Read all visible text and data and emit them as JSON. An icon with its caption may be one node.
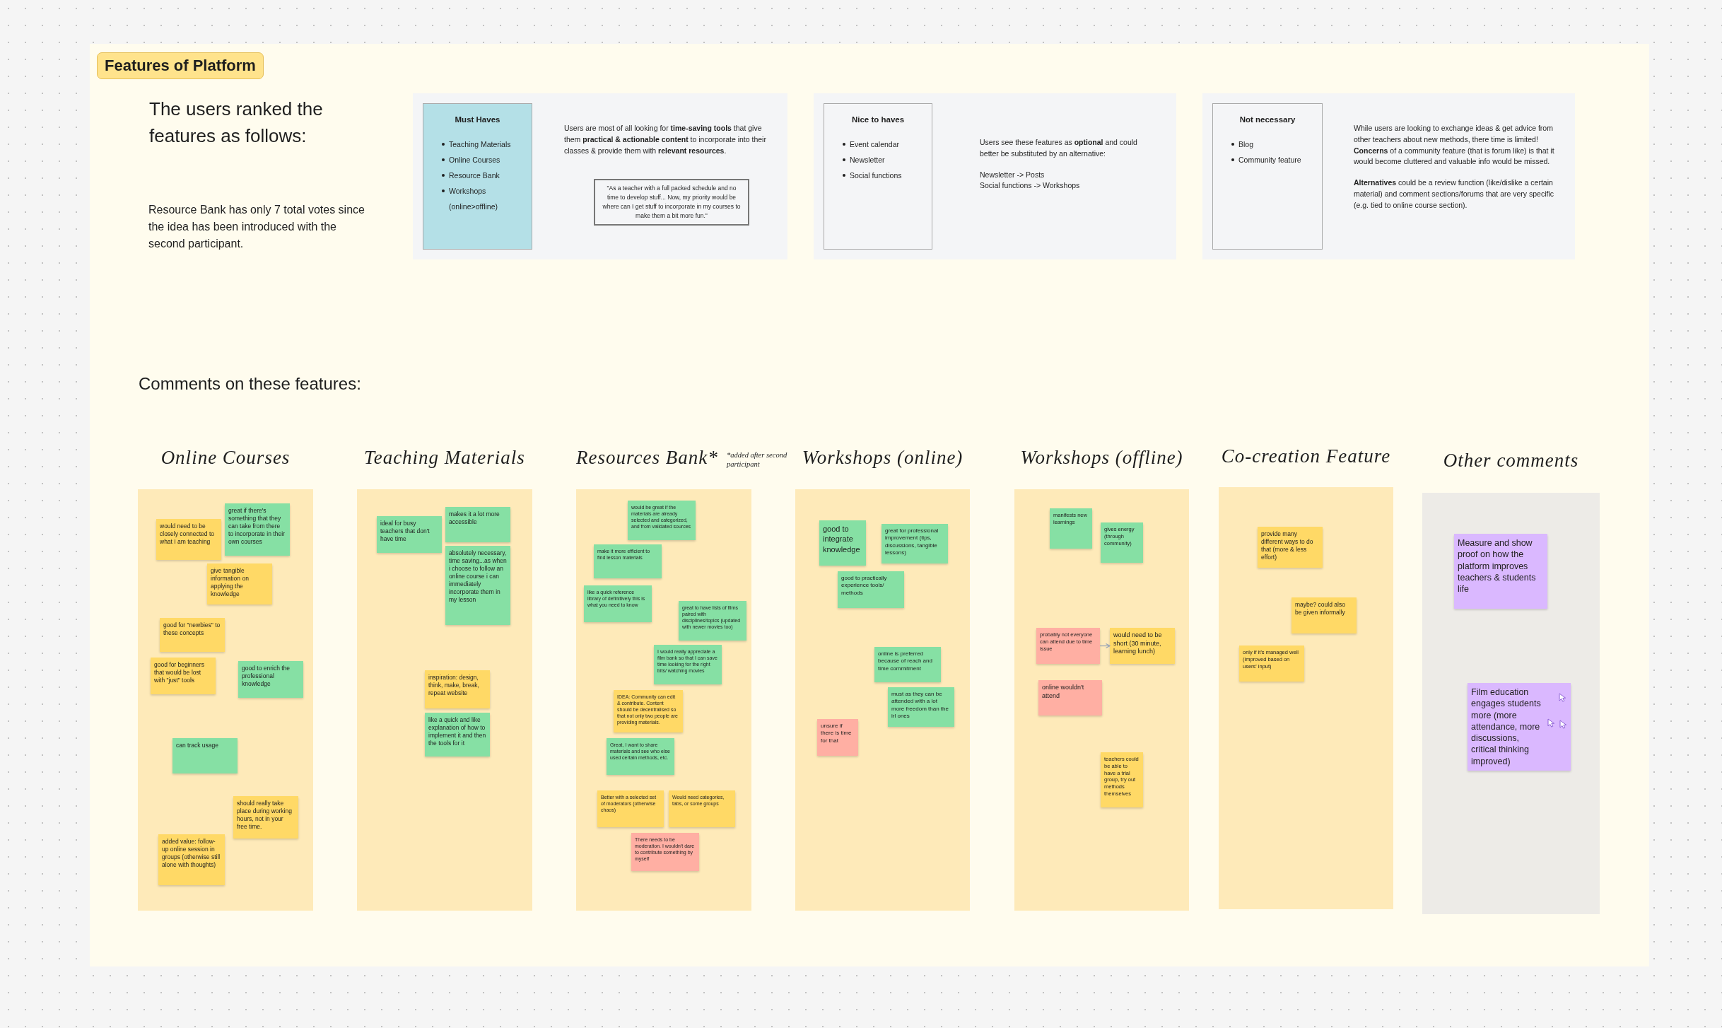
{
  "diagram": {
    "nodes": [
      {
        "text": [
          "Features of Platform"
        ]
      },
      {
        "text": [
          "Users are most of all looking for **time-saving tools** that give them **practical & actionable content** to incorporate into their classes & provide them with **relevant resources**."
        ],
        "in": 0
      },
      {
        "text": [
          "Must Haves",
          "Teaching Materials",
          "Online Courses",
          "Resource Bank",
          "Workshops (online>offline)"
        ],
        "in": 1
      },
      {
        "text": [
          "\"As a teacher with a full packed schedule and no time to develop stuff... Now, my priority would be where can I get stuff to incorporate in my courses to make them a bit more fun.\""
        ],
        "in": 1
      },
      {
        "text": [
          "Users see these features as **optional** and could better be substituted by an alternative:",
          "Newsletter -> Posts",
          "Social functions -> Workshops"
        ],
        "in": 0
      },
      {
        "text": [
          "Nice to haves",
          "Event calendar",
          "Newsletter",
          "Social functions"
        ],
        "in": 4
      },
      {
        "text": [
          "While users are looking to exchange ideas & get advice from other teachers about new methods, there time is limited! **Concerns** of a community feature (that is forum like) is that it would become cluttered and valuable info would be missed.",
          "**Alternatives** could be a review function (like/dislike a certain material) and comment sections/forums that are very specific (e.g. tied to online course section)."
        ],
        "in": 0
      },
      {
        "text": [
          "Not necessary",
          "Blog",
          "Community feature"
        ],
        "in": 6
      },
      {
        "text": [
          "Online Courses"
        ],
        "in": 0
      },
      {
        "text": [
          "would need to be closely connected to what I am teaching"
        ],
        "in": 8
      },
      {
        "text": [
          "great if there's something that they can take from there to incorporate in their own courses"
        ],
        "in": 8
      },
      {
        "text": [
          "give tangible information on applying the knowledge"
        ],
        "in": 8
      },
      {
        "text": [
          "good for \"newbies\" to these concepts"
        ],
        "in": 8
      },
      {
        "text": [
          "good for beginners that would be lost with \"just\" tools"
        ],
        "in": 8
      },
      {
        "text": [
          "good to enrich the professional knowledge"
        ],
        "in": 8
      },
      {
        "text": [
          "can track usage"
        ],
        "in": 8
      },
      {
        "text": [
          "should really take place during working hours, not in your free time."
        ],
        "in": 8
      },
      {
        "text": [
          "added value: follow-up online session in groups (otherwise still alone with thoughts)"
        ],
        "in": 8
      },
      {
        "text": [
          "Teaching Materials"
        ],
        "in": 0
      },
      {
        "text": [
          "ideal for busy teachers that don't have time"
        ],
        "in": 18
      },
      {
        "text": [
          "makes it a lot more accessible"
        ],
        "in": 18
      },
      {
        "text": [
          "absolutely necessary, time saving...as when i choose to follow an online course i can immediately incorporate them in my lesson"
        ],
        "in": 18
      },
      {
        "text": [
          "inspiration: design, think, make, break, repeat website"
        ],
        "in": 18
      },
      {
        "text": [
          "like a quick and like explanation of how to implement it and then the tools for it"
        ],
        "in": 18
      },
      {
        "text": [
          "Resources Bank*"
        ],
        "beside": [
          "*added after second participant"
        ],
        "in": 0
      },
      {
        "text": [
          "would be great if the materials are already selected and categorized, and from validated sources"
        ],
        "in": 24
      },
      {
        "text": [
          "make it more efficient to find lesson materials"
        ],
        "in": 24
      },
      {
        "text": [
          "like a quick reference library of definitively this is what you need to know"
        ],
        "in": 24
      },
      {
        "text": [
          "great to have lists of films paired with disciplines/topics (updated with newer movies too)"
        ],
        "in": 24
      },
      {
        "text": [
          "I would really appreciate a film bank so that I can save time looking for the right bits/ watching movies"
        ],
        "in": 24
      },
      {
        "text": [
          "IDEA: Community can edit & contribute. Content should be decentralised so that not only two people are providing materials."
        ],
        "in": 24
      },
      {
        "text": [
          "Great, I want to share materials and see who else used certain methods, etc."
        ],
        "in": 24
      },
      {
        "text": [
          "Better with a selected set of moderators (otherwise chaos)"
        ],
        "in": 24
      },
      {
        "text": [
          "Would need categories, tabs, or some groups"
        ],
        "in": 24
      },
      {
        "text": [
          "There needs to be moderation. I wouldn't dare to contribute something by myself"
        ],
        "in": 24
      },
      {
        "text": [
          "Workshops (online)"
        ],
        "in": 0
      },
      {
        "text": [
          "good to integrate knowledge"
        ],
        "in": 35
      },
      {
        "text": [
          "great for professional improvement (tips, discussions, tangible lessons)"
        ],
        "in": 35
      },
      {
        "text": [
          "good to practically experience tools/ methods"
        ],
        "in": 35
      },
      {
        "text": [
          "online is preferred because of reach and time commitment"
        ],
        "in": 35
      },
      {
        "text": [
          "must as they can be attended with a lot more freedom than the irl ones"
        ],
        "in": 35
      },
      {
        "text": [
          "unsure if there is time for that"
        ],
        "in": 35
      },
      {
        "text": [
          "Workshops (offline)"
        ],
        "in": 0
      },
      {
        "text": [
          "manifests new learnings"
        ],
        "in": 42
      },
      {
        "text": [
          "gives energy (through community)"
        ],
        "in": 42
      },
      {
        "text": [
          "probably not everyone can attend due to time issue"
        ],
        "in": 42
      },
      {
        "text": [
          "would need to be short (30 minute, learning lunch)"
        ],
        "in": 42
      },
      {
        "text": [
          "online wouldn't attend"
        ],
        "in": 42
      },
      {
        "text": [
          "teachers could be able to have a trial group, try out methods themselves"
        ],
        "in": 42
      },
      {
        "text": [
          "Co-creation Feature"
        ],
        "in": 0
      },
      {
        "text": [
          "provide many different ways to do that (more & less effort)"
        ],
        "in": 49
      },
      {
        "text": [
          "maybe? could also be given informally"
        ],
        "in": 49
      },
      {
        "text": [
          "only if it's managed well (improved based on users' input)"
        ],
        "in": 49
      },
      {
        "text": [
          "Other comments"
        ],
        "in": 0
      },
      {
        "text": [
          "Measure and show proof on how the platform improves teachers & students life"
        ],
        "in": 53
      },
      {
        "text": [
          "Film education engages students more (more attendance, more discussions, critical thinking improved)"
        ],
        "in": 53
      }
    ],
    "edges": [
      {
        "from": 45,
        "to": 46,
        "arrow": "to"
      }
    ],
    "labels": [
      "The users ranked the features as follows:",
      "Resource Bank has only 7 total votes since the idea has been introduced with the second participant.",
      "Comments on these features:"
    ]
  }
}
